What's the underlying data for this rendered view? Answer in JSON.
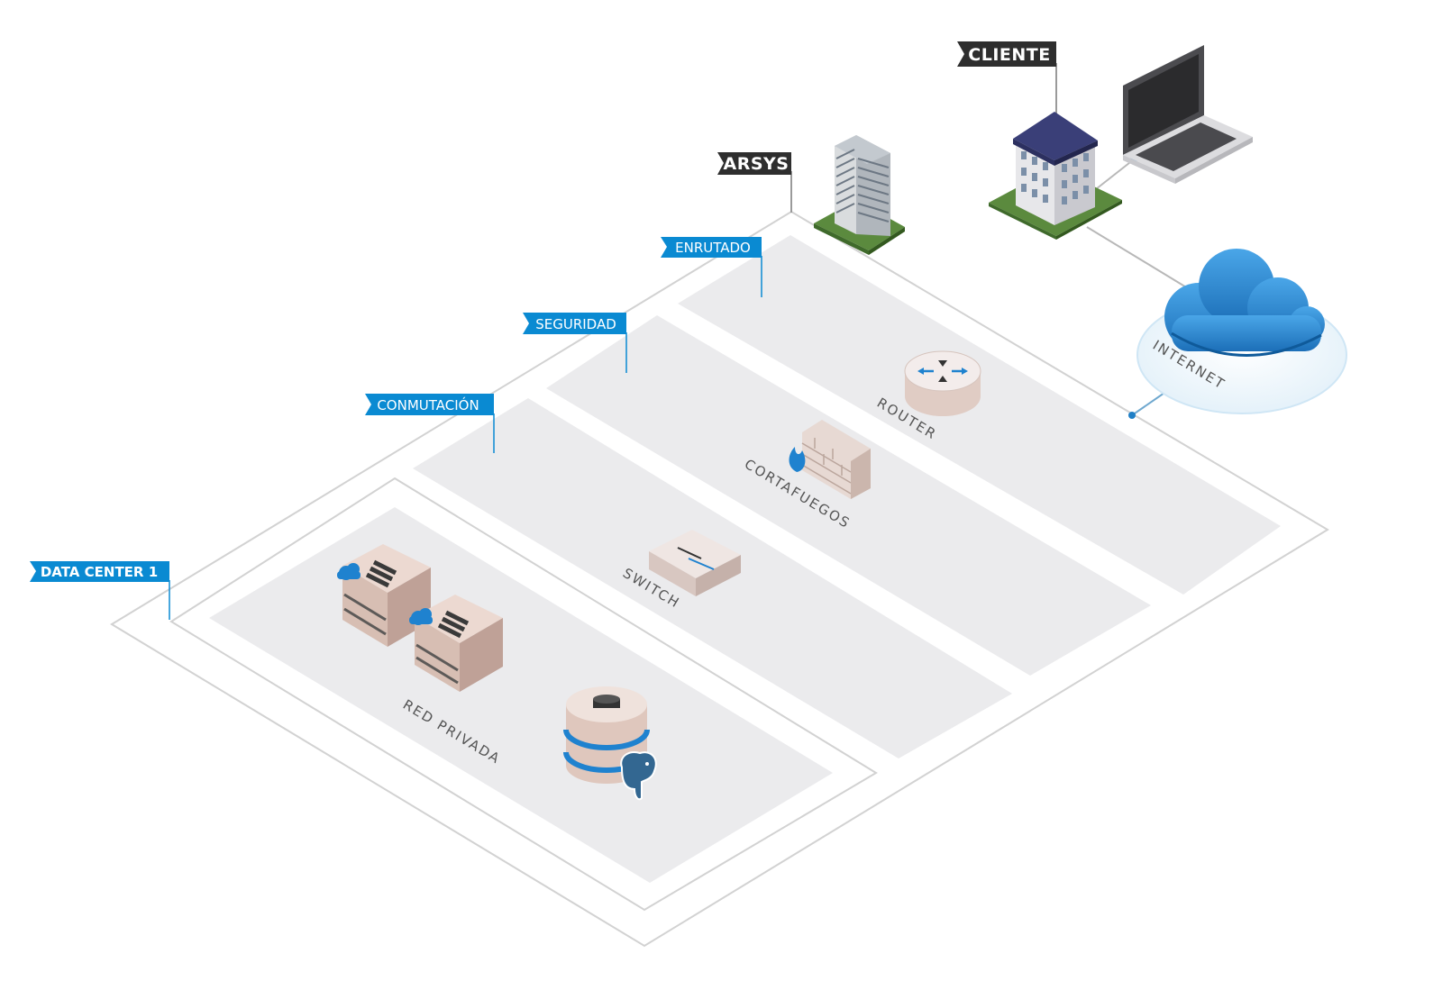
{
  "flags": {
    "cliente": "CLIENTE",
    "arsys": "ARSYS",
    "enrutado": "ENRUTADO",
    "seguridad": "SEGURIDAD",
    "conmutacion": "CONMUTACIÓN",
    "data_center": "DATA CENTER 1"
  },
  "zones": {
    "router": "ROUTER",
    "cortafuegos": "CORTAFUEGOS",
    "switch": "SWITCH",
    "red_privada": "RED PRIVADA",
    "internet": "INTERNET"
  },
  "colors": {
    "accent_blue": "#0a8ad2",
    "flag_dark": "#2e2e2e",
    "zone_fill": "#ebebed",
    "outline": "#cfcfcf",
    "server": "#dcc3b9",
    "cloud": "#2a86cf",
    "lawn": "#4e7a3a"
  },
  "icons": [
    "client-building-icon",
    "laptop-icon",
    "arsys-tower-icon",
    "cloud-icon",
    "router-icon",
    "firewall-icon",
    "switch-icon",
    "server-icon",
    "database-icon",
    "postgresql-icon"
  ]
}
